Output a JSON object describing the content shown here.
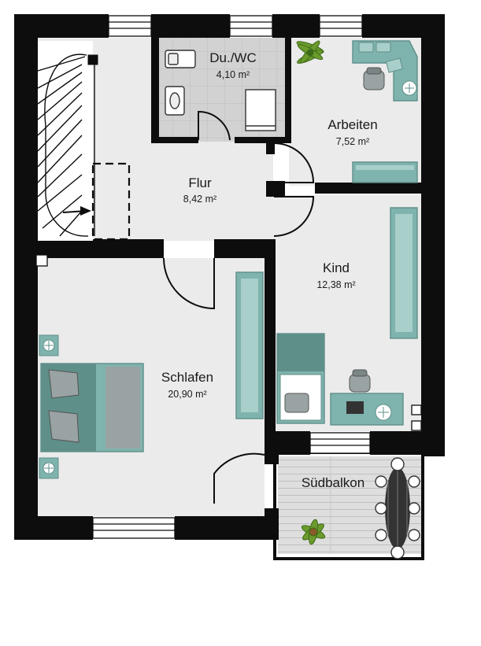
{
  "rooms": [
    {
      "key": "bath",
      "name": "Du./WC",
      "area": "4,10 m²"
    },
    {
      "key": "office",
      "name": "Arbeiten",
      "area": "7,52 m²"
    },
    {
      "key": "hall",
      "name": "Flur",
      "area": "8,42 m²"
    },
    {
      "key": "kid",
      "name": "Kind",
      "area": "12,38 m²"
    },
    {
      "key": "bedroom",
      "name": "Schlafen",
      "area": "20,90 m²"
    },
    {
      "key": "balcony",
      "name": "Südbalkon"
    }
  ],
  "colors": {
    "wall": "#0d0d0d",
    "floor": "#ebebeb",
    "bath_tile": "#d6d6d6",
    "furniture": "#7fb3ad",
    "furniture_dark": "#5f8f89",
    "furniture_light": "#a9cfca",
    "deck": "#d9d9d9",
    "plant": "#6b9a2d"
  }
}
